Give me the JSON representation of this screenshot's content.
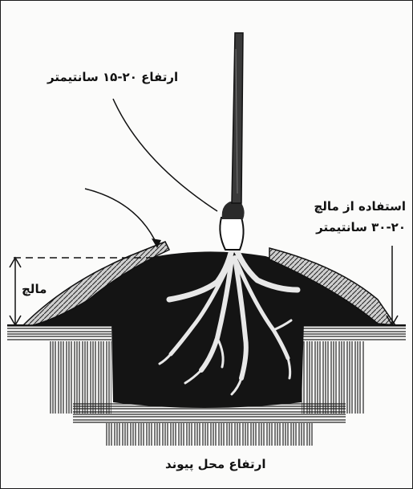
{
  "labels": {
    "height_15_20": "ارتفاع ۲۰-۱۵ سانتیمتر",
    "mulch_use_line1": "استفاده از مالچ",
    "mulch_use_line2": "۳۰-۲۰ سانتیمتر",
    "mulch": "مالچ",
    "graft_height": "ارتفاع محل پیوند"
  },
  "colors": {
    "ink": "#111111",
    "soil": "#141414",
    "paper": "#fbfbfa"
  }
}
